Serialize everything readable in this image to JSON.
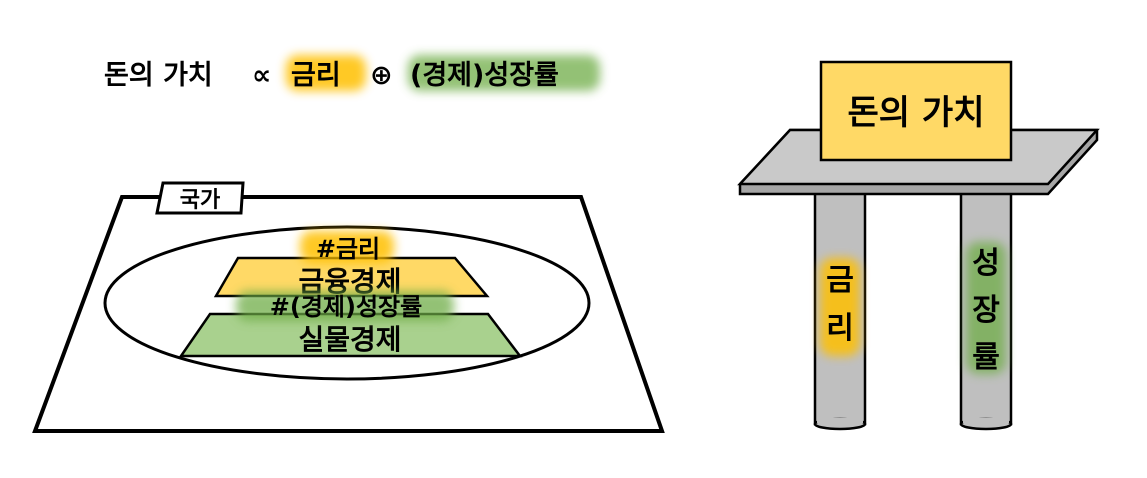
{
  "formula": {
    "term_value": "돈의 가치",
    "proportional_symbol": "∝",
    "term_interest": "금리",
    "oplus_symbol": "⊕",
    "term_growth": "(경제)성장률"
  },
  "left_diagram": {
    "country_tab": "국가",
    "upper_layer": "금융경제",
    "upper_tag": "#금리",
    "lower_layer": "실물경제",
    "lower_tag": "#(경제)성장률"
  },
  "right_diagram": {
    "top_box": "돈의 가치",
    "left_pillar_chars": [
      "금",
      "리"
    ],
    "right_pillar_chars": [
      "성",
      "장",
      "률"
    ]
  },
  "colors": {
    "yellow": "#ffd966",
    "yellow_glow": "#ffc000",
    "green": "#a9d18e",
    "green_glow": "#70ad47",
    "slab_gray": "#bfbfbf",
    "pillar_gray": "#bfbfbf",
    "outline": "#000000"
  }
}
